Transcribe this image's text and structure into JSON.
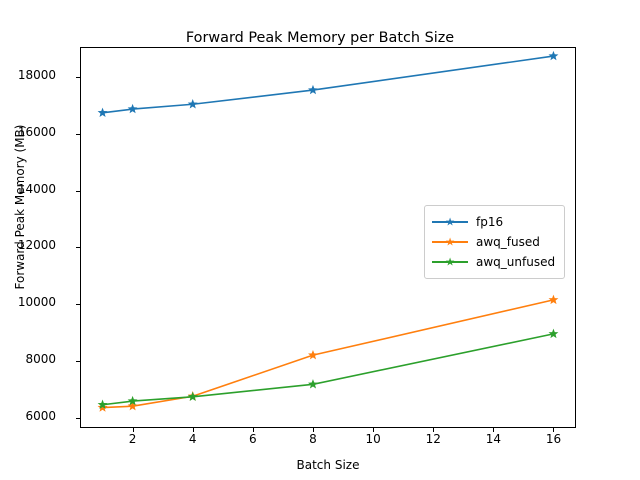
{
  "chart_data": {
    "type": "line",
    "title": "Forward Peak Memory per Batch Size",
    "xlabel": "Batch Size",
    "ylabel": "Forward Peak Memory (MB)",
    "x": [
      1,
      2,
      4,
      8,
      16
    ],
    "xlim": [
      0.25,
      16.75
    ],
    "ylim": [
      5630,
      19070
    ],
    "xticks": [
      2,
      4,
      6,
      8,
      10,
      12,
      14,
      16
    ],
    "xtick_labels": [
      "2",
      "4",
      "6",
      "8",
      "10",
      "12",
      "14",
      "16"
    ],
    "yticks": [
      6000,
      8000,
      10000,
      12000,
      14000,
      16000,
      18000
    ],
    "ytick_labels": [
      "6000",
      "8000",
      "10000",
      "12000",
      "14000",
      "16000",
      "18000"
    ],
    "grid": false,
    "legend_position": "center right",
    "marker": "star",
    "series": [
      {
        "name": "fp16",
        "color": "#1f77b4",
        "values": [
          16750,
          16880,
          17050,
          17550,
          18750
        ]
      },
      {
        "name": "awq_fused",
        "color": "#ff7f0e",
        "values": [
          6350,
          6400,
          6750,
          8200,
          10150
        ]
      },
      {
        "name": "awq_unfused",
        "color": "#2ca02c",
        "values": [
          6450,
          6580,
          6730,
          7170,
          8950
        ]
      }
    ]
  }
}
